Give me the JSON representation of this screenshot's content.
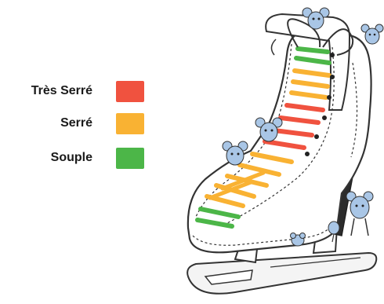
{
  "legend": {
    "items": [
      {
        "label": "Très Serré",
        "color": "#f0523f"
      },
      {
        "label": "Serré",
        "color": "#f9b233"
      },
      {
        "label": "Souple",
        "color": "#4cb648"
      }
    ]
  },
  "illustration": {
    "subject": "ice-skate",
    "lace_colors": {
      "tight": "#f0523f",
      "medium": "#f9b233",
      "loose": "#4cb648"
    },
    "outline_color": "#333333",
    "mouse_color": "#a9c6e6"
  }
}
